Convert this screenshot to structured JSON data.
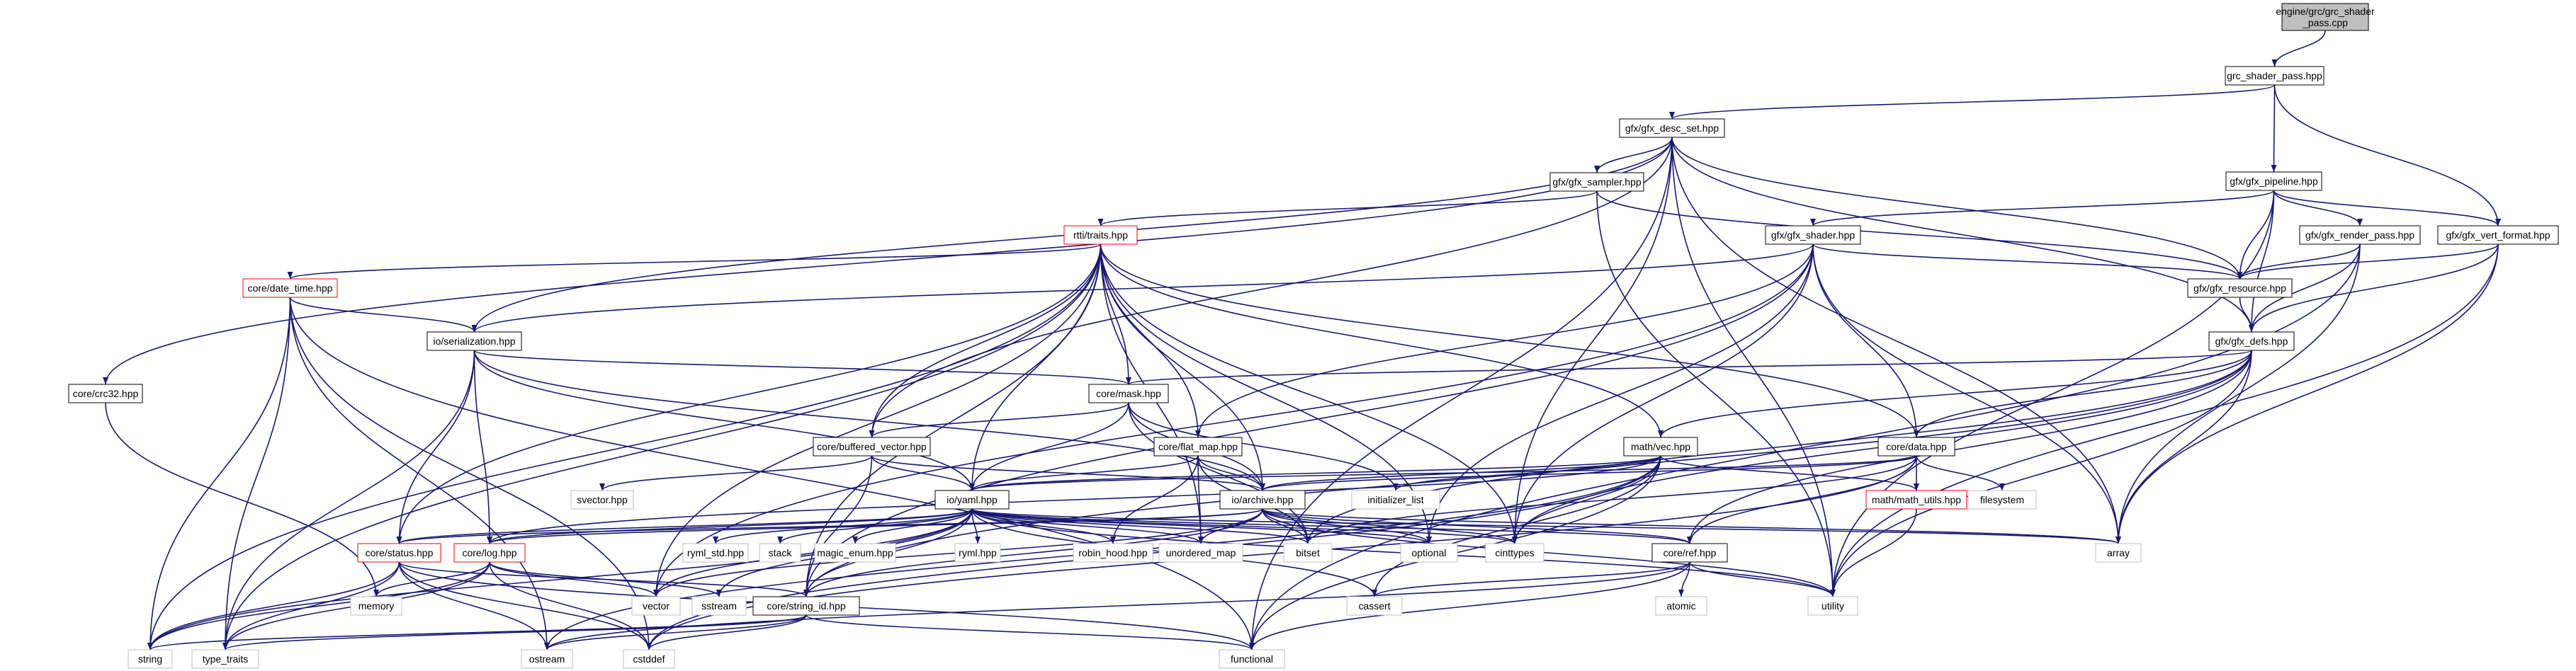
{
  "nodes": [
    {
      "id": "root",
      "lines": [
        "engine/grc/grc_shader",
        "_pass.cpp"
      ],
      "kind": "root"
    },
    {
      "id": "grc_shader_pass",
      "lines": [
        "grc_shader_pass.hpp"
      ],
      "kind": "file"
    },
    {
      "id": "gfx_desc_set",
      "lines": [
        "gfx/gfx_desc_set.hpp"
      ],
      "kind": "file"
    },
    {
      "id": "gfx_pipeline",
      "lines": [
        "gfx/gfx_pipeline.hpp"
      ],
      "kind": "file"
    },
    {
      "id": "gfx_sampler",
      "lines": [
        "gfx/gfx_sampler.hpp"
      ],
      "kind": "file"
    },
    {
      "id": "rtti_traits",
      "lines": [
        "rtti/traits.hpp"
      ],
      "kind": "red"
    },
    {
      "id": "gfx_shader",
      "lines": [
        "gfx/gfx_shader.hpp"
      ],
      "kind": "file"
    },
    {
      "id": "gfx_render_pass",
      "lines": [
        "gfx/gfx_render_pass.hpp"
      ],
      "kind": "file"
    },
    {
      "id": "gfx_vert_format",
      "lines": [
        "gfx/gfx_vert_format.hpp"
      ],
      "kind": "file"
    },
    {
      "id": "core_date_time",
      "lines": [
        "core/date_time.hpp"
      ],
      "kind": "red"
    },
    {
      "id": "gfx_resource",
      "lines": [
        "gfx/gfx_resource.hpp"
      ],
      "kind": "file"
    },
    {
      "id": "io_serialization",
      "lines": [
        "io/serialization.hpp"
      ],
      "kind": "file"
    },
    {
      "id": "gfx_defs",
      "lines": [
        "gfx/gfx_defs.hpp"
      ],
      "kind": "file"
    },
    {
      "id": "core_crc32",
      "lines": [
        "core/crc32.hpp"
      ],
      "kind": "file"
    },
    {
      "id": "core_mask",
      "lines": [
        "core/mask.hpp"
      ],
      "kind": "file"
    },
    {
      "id": "core_buffered_vector",
      "lines": [
        "core/buffered_vector.hpp"
      ],
      "kind": "file"
    },
    {
      "id": "core_flat_map",
      "lines": [
        "core/flat_map.hpp"
      ],
      "kind": "file"
    },
    {
      "id": "math_vec",
      "lines": [
        "math/vec.hpp"
      ],
      "kind": "file"
    },
    {
      "id": "core_data",
      "lines": [
        "core/data.hpp"
      ],
      "kind": "file"
    },
    {
      "id": "svector",
      "lines": [
        "svector.hpp"
      ],
      "kind": "ext"
    },
    {
      "id": "io_yaml",
      "lines": [
        "io/yaml.hpp"
      ],
      "kind": "file"
    },
    {
      "id": "io_archive",
      "lines": [
        "io/archive.hpp"
      ],
      "kind": "file"
    },
    {
      "id": "initializer_list",
      "lines": [
        "initializer_list"
      ],
      "kind": "ext"
    },
    {
      "id": "math_utils",
      "lines": [
        "math/math_utils.hpp"
      ],
      "kind": "red"
    },
    {
      "id": "filesystem",
      "lines": [
        "filesystem"
      ],
      "kind": "ext"
    },
    {
      "id": "core_status",
      "lines": [
        "core/status.hpp"
      ],
      "kind": "red"
    },
    {
      "id": "core_log",
      "lines": [
        "core/log.hpp"
      ],
      "kind": "red"
    },
    {
      "id": "ryml_std",
      "lines": [
        "ryml_std.hpp"
      ],
      "kind": "ext"
    },
    {
      "id": "stack",
      "lines": [
        "stack"
      ],
      "kind": "ext"
    },
    {
      "id": "magic_enum",
      "lines": [
        "magic_enum.hpp"
      ],
      "kind": "ext"
    },
    {
      "id": "ryml",
      "lines": [
        "ryml.hpp"
      ],
      "kind": "ext"
    },
    {
      "id": "robin_hood",
      "lines": [
        "robin_hood.hpp"
      ],
      "kind": "ext"
    },
    {
      "id": "unordered_map",
      "lines": [
        "unordered_map"
      ],
      "kind": "ext"
    },
    {
      "id": "bitset",
      "lines": [
        "bitset"
      ],
      "kind": "ext"
    },
    {
      "id": "optional",
      "lines": [
        "optional"
      ],
      "kind": "ext"
    },
    {
      "id": "cinttypes",
      "lines": [
        "cinttypes"
      ],
      "kind": "ext"
    },
    {
      "id": "core_ref",
      "lines": [
        "core/ref.hpp"
      ],
      "kind": "file"
    },
    {
      "id": "array",
      "lines": [
        "array"
      ],
      "kind": "ext"
    },
    {
      "id": "memory",
      "lines": [
        "memory"
      ],
      "kind": "ext"
    },
    {
      "id": "vector",
      "lines": [
        "vector"
      ],
      "kind": "ext"
    },
    {
      "id": "sstream",
      "lines": [
        "sstream"
      ],
      "kind": "ext"
    },
    {
      "id": "core_string_id",
      "lines": [
        "core/string_id.hpp"
      ],
      "kind": "file"
    },
    {
      "id": "cassert",
      "lines": [
        "cassert"
      ],
      "kind": "ext"
    },
    {
      "id": "atomic",
      "lines": [
        "atomic"
      ],
      "kind": "ext"
    },
    {
      "id": "utility",
      "lines": [
        "utility"
      ],
      "kind": "ext"
    },
    {
      "id": "string",
      "lines": [
        "string"
      ],
      "kind": "ext"
    },
    {
      "id": "type_traits",
      "lines": [
        "type_traits"
      ],
      "kind": "ext"
    },
    {
      "id": "ostream",
      "lines": [
        "ostream"
      ],
      "kind": "ext"
    },
    {
      "id": "cstddef",
      "lines": [
        "cstddef"
      ],
      "kind": "ext"
    },
    {
      "id": "functional",
      "lines": [
        "functional"
      ],
      "kind": "ext"
    }
  ],
  "edges": [
    [
      "root",
      "grc_shader_pass"
    ],
    [
      "grc_shader_pass",
      "gfx_desc_set"
    ],
    [
      "grc_shader_pass",
      "gfx_pipeline"
    ],
    [
      "grc_shader_pass",
      "gfx_vert_format"
    ],
    [
      "gfx_desc_set",
      "gfx_sampler"
    ],
    [
      "gfx_desc_set",
      "gfx_resource"
    ],
    [
      "gfx_desc_set",
      "gfx_defs"
    ],
    [
      "gfx_desc_set",
      "io_serialization"
    ],
    [
      "gfx_desc_set",
      "core_crc32"
    ],
    [
      "gfx_desc_set",
      "core_buffered_vector"
    ],
    [
      "gfx_desc_set",
      "cinttypes"
    ],
    [
      "gfx_desc_set",
      "utility"
    ],
    [
      "gfx_desc_set",
      "array"
    ],
    [
      "gfx_desc_set",
      "functional"
    ],
    [
      "gfx_pipeline",
      "gfx_shader"
    ],
    [
      "gfx_pipeline",
      "gfx_render_pass"
    ],
    [
      "gfx_pipeline",
      "gfx_vert_format"
    ],
    [
      "gfx_pipeline",
      "gfx_resource"
    ],
    [
      "gfx_pipeline",
      "gfx_defs"
    ],
    [
      "gfx_pipeline",
      "utility"
    ],
    [
      "gfx_sampler",
      "rtti_traits"
    ],
    [
      "gfx_sampler",
      "gfx_resource"
    ],
    [
      "gfx_sampler",
      "utility"
    ],
    [
      "rtti_traits",
      "core_date_time"
    ],
    [
      "rtti_traits",
      "core_mask"
    ],
    [
      "rtti_traits",
      "core_buffered_vector"
    ],
    [
      "rtti_traits",
      "core_flat_map"
    ],
    [
      "rtti_traits",
      "math_vec"
    ],
    [
      "rtti_traits",
      "core_data"
    ],
    [
      "rtti_traits",
      "io_yaml"
    ],
    [
      "rtti_traits",
      "io_archive"
    ],
    [
      "rtti_traits",
      "core_status"
    ],
    [
      "rtti_traits",
      "string"
    ],
    [
      "rtti_traits",
      "type_traits"
    ],
    [
      "rtti_traits",
      "vector"
    ],
    [
      "rtti_traits",
      "unordered_map"
    ],
    [
      "rtti_traits",
      "optional"
    ],
    [
      "rtti_traits",
      "cinttypes"
    ],
    [
      "rtti_traits",
      "core_string_id"
    ],
    [
      "gfx_shader",
      "gfx_resource"
    ],
    [
      "gfx_shader",
      "io_serialization"
    ],
    [
      "gfx_shader",
      "core_flat_map"
    ],
    [
      "gfx_shader",
      "core_data"
    ],
    [
      "gfx_shader",
      "core_string_id"
    ],
    [
      "gfx_shader",
      "optional"
    ],
    [
      "gfx_shader",
      "cinttypes"
    ],
    [
      "gfx_shader",
      "array"
    ],
    [
      "gfx_shader",
      "vector"
    ],
    [
      "gfx_render_pass",
      "gfx_resource"
    ],
    [
      "gfx_render_pass",
      "gfx_defs"
    ],
    [
      "gfx_render_pass",
      "array"
    ],
    [
      "gfx_render_pass",
      "functional"
    ],
    [
      "gfx_vert_format",
      "gfx_resource"
    ],
    [
      "gfx_vert_format",
      "gfx_defs"
    ],
    [
      "gfx_vert_format",
      "array"
    ],
    [
      "gfx_vert_format",
      "utility"
    ],
    [
      "gfx_resource",
      "gfx_defs"
    ],
    [
      "gfx_defs",
      "core_mask"
    ],
    [
      "gfx_defs",
      "math_vec"
    ],
    [
      "gfx_defs",
      "core_data"
    ],
    [
      "gfx_defs",
      "core_ref"
    ],
    [
      "gfx_defs",
      "core_string_id"
    ],
    [
      "gfx_defs",
      "array"
    ],
    [
      "gfx_defs",
      "cinttypes"
    ],
    [
      "gfx_defs",
      "bitset"
    ],
    [
      "gfx_defs",
      "utility"
    ],
    [
      "core_date_time",
      "io_serialization"
    ],
    [
      "core_date_time",
      "string"
    ],
    [
      "core_date_time",
      "type_traits"
    ],
    [
      "core_date_time",
      "ostream"
    ],
    [
      "core_date_time",
      "cstddef"
    ],
    [
      "core_date_time",
      "functional"
    ],
    [
      "io_serialization",
      "core_mask"
    ],
    [
      "io_serialization",
      "io_yaml"
    ],
    [
      "io_serialization",
      "io_archive"
    ],
    [
      "io_serialization",
      "core_status"
    ],
    [
      "io_serialization",
      "core_log"
    ],
    [
      "io_serialization",
      "type_traits"
    ],
    [
      "core_crc32",
      "memory"
    ],
    [
      "core_mask",
      "core_buffered_vector"
    ],
    [
      "core_mask",
      "io_yaml"
    ],
    [
      "core_mask",
      "io_archive"
    ],
    [
      "core_mask",
      "initializer_list"
    ],
    [
      "core_mask",
      "bitset"
    ],
    [
      "core_buffered_vector",
      "svector"
    ],
    [
      "core_buffered_vector",
      "io_yaml"
    ],
    [
      "core_buffered_vector",
      "io_archive"
    ],
    [
      "core_buffered_vector",
      "core_string_id"
    ],
    [
      "core_flat_map",
      "io_yaml"
    ],
    [
      "core_flat_map",
      "io_archive"
    ],
    [
      "core_flat_map",
      "robin_hood"
    ],
    [
      "core_flat_map",
      "unordered_map"
    ],
    [
      "core_flat_map",
      "bitset"
    ],
    [
      "math_vec",
      "io_yaml"
    ],
    [
      "math_vec",
      "io_archive"
    ],
    [
      "math_vec",
      "math_utils"
    ],
    [
      "math_vec",
      "initializer_list"
    ],
    [
      "math_vec",
      "cassert"
    ],
    [
      "math_vec",
      "cstddef"
    ],
    [
      "math_vec",
      "functional"
    ],
    [
      "math_vec",
      "ostream"
    ],
    [
      "math_vec",
      "core_log"
    ],
    [
      "math_vec",
      "cinttypes"
    ],
    [
      "core_data",
      "io_yaml"
    ],
    [
      "core_data",
      "io_archive"
    ],
    [
      "core_data",
      "math_utils"
    ],
    [
      "core_data",
      "filesystem"
    ],
    [
      "core_data",
      "core_ref"
    ],
    [
      "core_data",
      "cstddef"
    ],
    [
      "core_data",
      "bitset"
    ],
    [
      "io_yaml",
      "core_status"
    ],
    [
      "io_yaml",
      "core_log"
    ],
    [
      "io_yaml",
      "ryml_std"
    ],
    [
      "io_yaml",
      "stack"
    ],
    [
      "io_yaml",
      "magic_enum"
    ],
    [
      "io_yaml",
      "ryml"
    ],
    [
      "io_yaml",
      "robin_hood"
    ],
    [
      "io_yaml",
      "unordered_map"
    ],
    [
      "io_yaml",
      "bitset"
    ],
    [
      "io_yaml",
      "optional"
    ],
    [
      "io_yaml",
      "cinttypes"
    ],
    [
      "io_yaml",
      "core_ref"
    ],
    [
      "io_yaml",
      "array"
    ],
    [
      "io_yaml",
      "vector"
    ],
    [
      "io_yaml",
      "sstream"
    ],
    [
      "io_yaml",
      "core_string_id"
    ],
    [
      "io_yaml",
      "utility"
    ],
    [
      "io_yaml",
      "string"
    ],
    [
      "io_yaml",
      "cassert"
    ],
    [
      "io_archive",
      "core_status"
    ],
    [
      "io_archive",
      "core_log"
    ],
    [
      "io_archive",
      "unordered_map"
    ],
    [
      "io_archive",
      "bitset"
    ],
    [
      "io_archive",
      "optional"
    ],
    [
      "io_archive",
      "cinttypes"
    ],
    [
      "io_archive",
      "core_ref"
    ],
    [
      "io_archive",
      "array"
    ],
    [
      "io_archive",
      "vector"
    ],
    [
      "io_archive",
      "core_string_id"
    ],
    [
      "io_archive",
      "utility"
    ],
    [
      "math_utils",
      "utility"
    ],
    [
      "core_status",
      "string"
    ],
    [
      "core_status",
      "type_traits"
    ],
    [
      "core_status",
      "ostream"
    ],
    [
      "core_status",
      "cstddef"
    ],
    [
      "core_status",
      "functional"
    ],
    [
      "core_status",
      "core_string_id"
    ],
    [
      "core_log",
      "memory"
    ],
    [
      "core_log",
      "vector"
    ],
    [
      "core_log",
      "sstream"
    ],
    [
      "core_log",
      "string"
    ],
    [
      "core_log",
      "type_traits"
    ],
    [
      "core_log",
      "cstddef"
    ],
    [
      "core_ref",
      "cassert"
    ],
    [
      "core_ref",
      "atomic"
    ],
    [
      "core_ref",
      "utility"
    ],
    [
      "core_ref",
      "ostream"
    ],
    [
      "core_ref",
      "functional"
    ],
    [
      "core_string_id",
      "string"
    ],
    [
      "core_string_id",
      "type_traits"
    ],
    [
      "core_string_id",
      "ostream"
    ],
    [
      "core_string_id",
      "cstddef"
    ],
    [
      "core_string_id",
      "functional"
    ]
  ]
}
